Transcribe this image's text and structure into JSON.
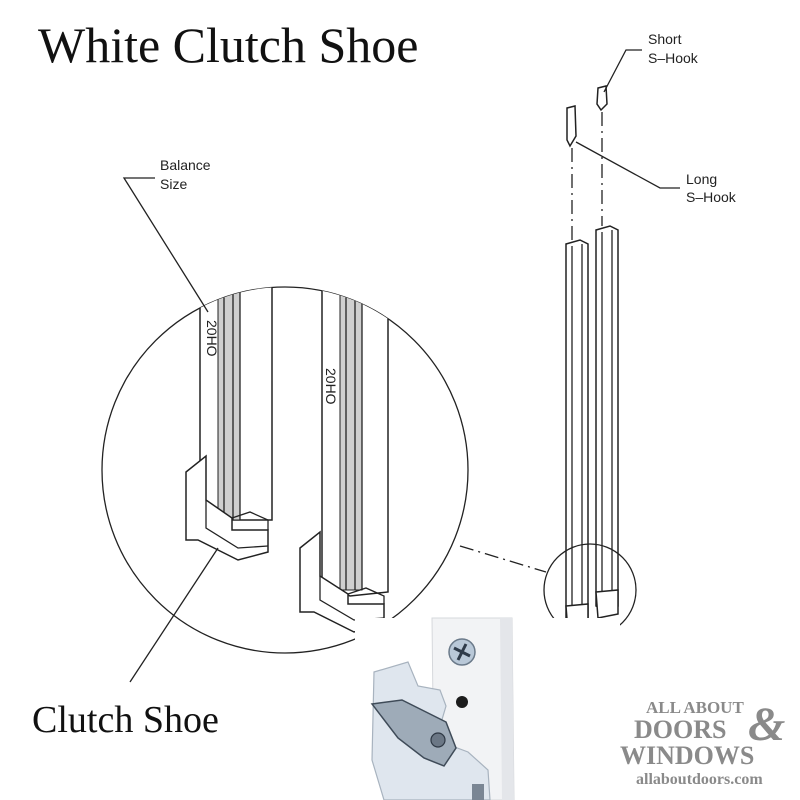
{
  "title": "White Clutch Shoe",
  "labels": {
    "short_s_hook": [
      "Short",
      "S–Hook"
    ],
    "long_s_hook": [
      "Long",
      "S–Hook"
    ],
    "balance_size": [
      "Balance",
      "Size"
    ],
    "clutch_shoe": "Clutch Shoe",
    "channel_marking_left": "20HO",
    "channel_marking_right": "20HO"
  },
  "watermark": {
    "line1": "ALL ABOUT",
    "line2": "DOORS",
    "ampersand": "&",
    "line3": "WINDOWS",
    "url": "allaboutdoors.com"
  },
  "colors": {
    "line": "#222222",
    "watermark": "#8a8a8a",
    "photo_panel": "#f2f3f5",
    "photo_shoe": "#dfe6ee"
  }
}
